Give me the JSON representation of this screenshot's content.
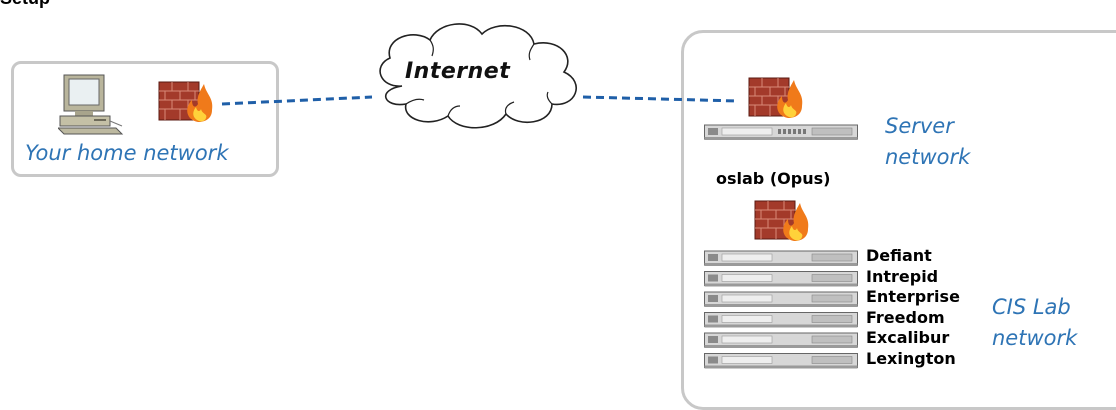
{
  "diagram": {
    "internet_label": "Internet",
    "home_network_label": "Your home network",
    "server_network_label_line1": "Server",
    "server_network_label_line2": "network",
    "server_host_label": "oslab (Opus)",
    "cis_lab_label_line1": "CIS Lab",
    "cis_lab_label_line2": "network",
    "cis_lab_hosts": [
      "Defiant",
      "Intrepid",
      "Enterprise",
      "Freedom",
      "Excalibur",
      "Lexington"
    ],
    "link_color": "#1f5fa8",
    "label_color": "#2e74b5"
  }
}
